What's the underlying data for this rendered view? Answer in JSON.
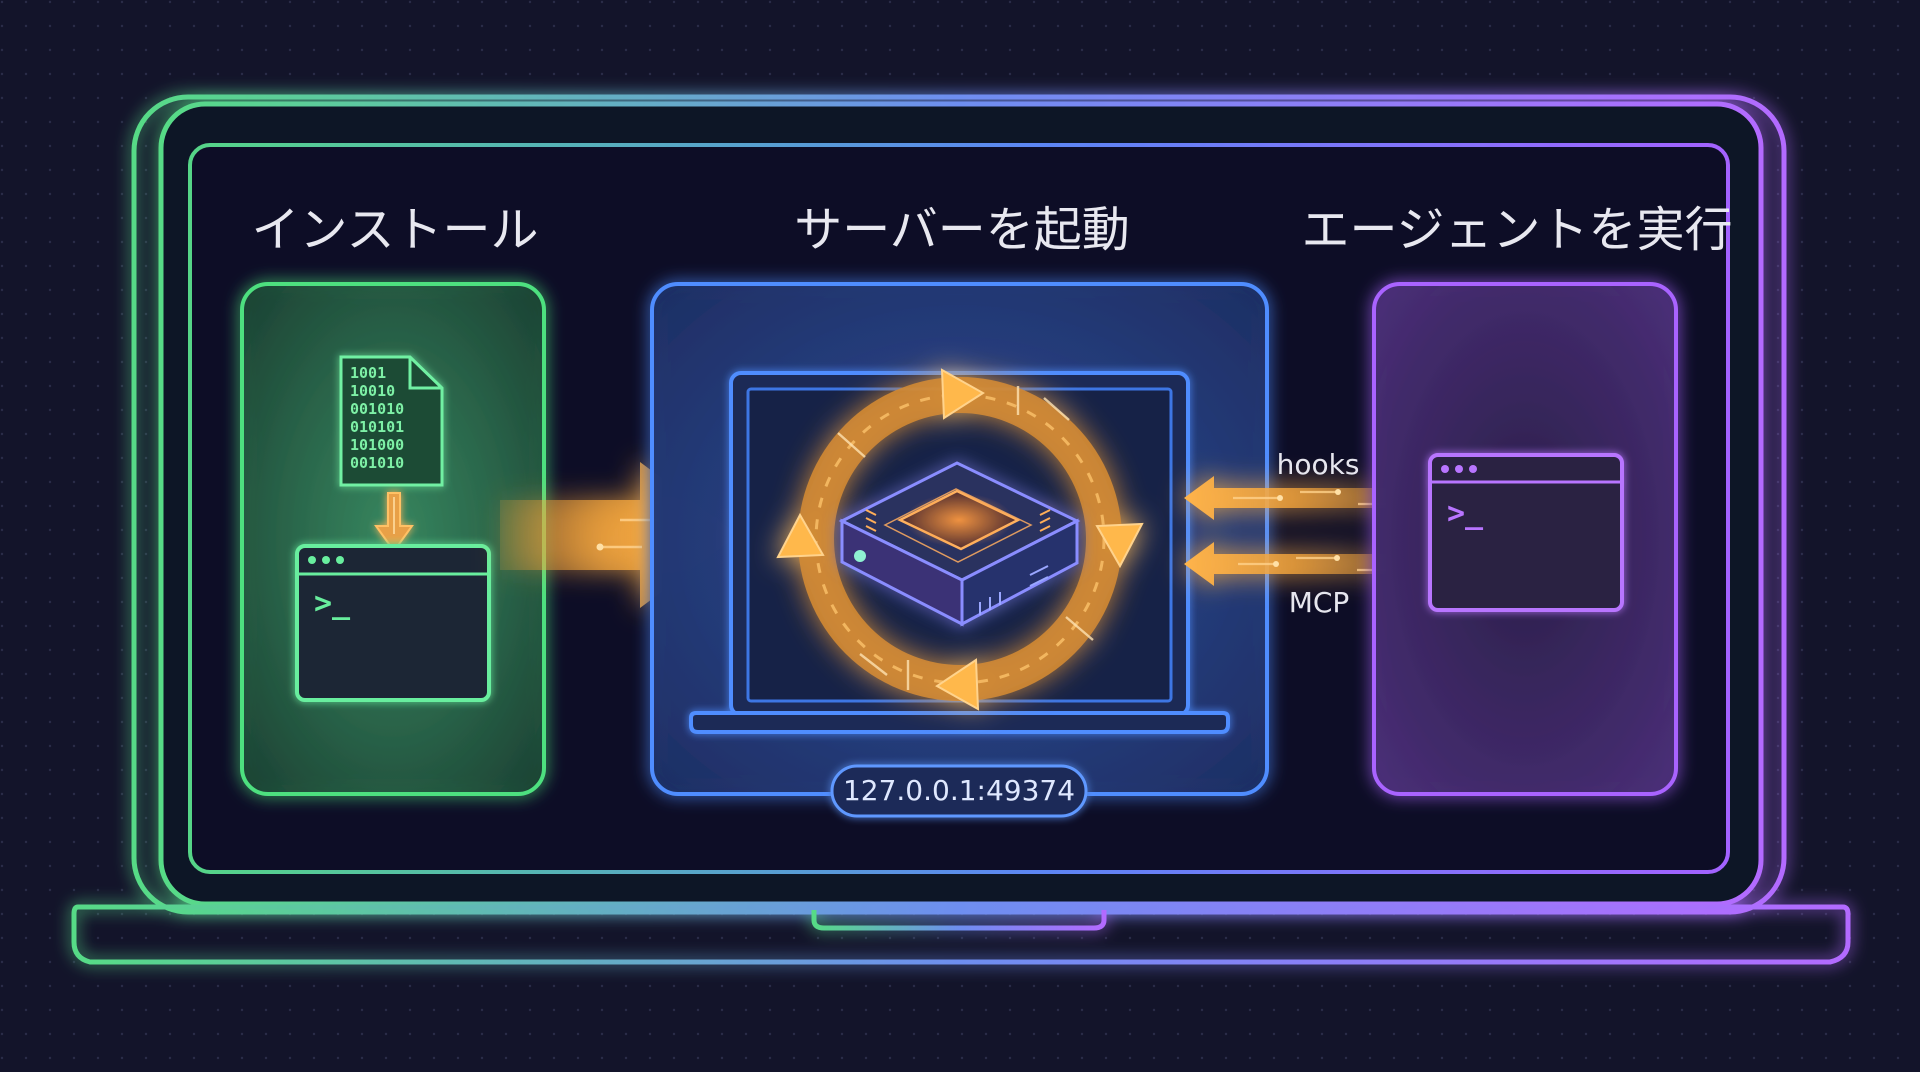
{
  "steps": {
    "install": {
      "title": "インストール",
      "binary_lines": [
        "1001",
        "10010",
        "001010",
        "010101",
        "101000",
        "001010"
      ],
      "prompt": ">_"
    },
    "server": {
      "title": "サーバーを起動",
      "address": "127.0.0.1:49374"
    },
    "agent": {
      "title": "エージェントを実行",
      "prompt": ">_"
    }
  },
  "connections": {
    "top_label": "hooks",
    "bottom_label": "MCP"
  },
  "colors": {
    "background": "#13142a",
    "install_accent": "#4ee07f",
    "server_accent": "#4f8dff",
    "agent_accent": "#a964ff",
    "flow_accent": "#f3a43b"
  },
  "icons": {
    "file": "binary-file-icon",
    "terminal": "terminal-icon",
    "chip": "chip-icon",
    "cycle": "cycle-arrows-icon",
    "laptop": "laptop-icon"
  }
}
